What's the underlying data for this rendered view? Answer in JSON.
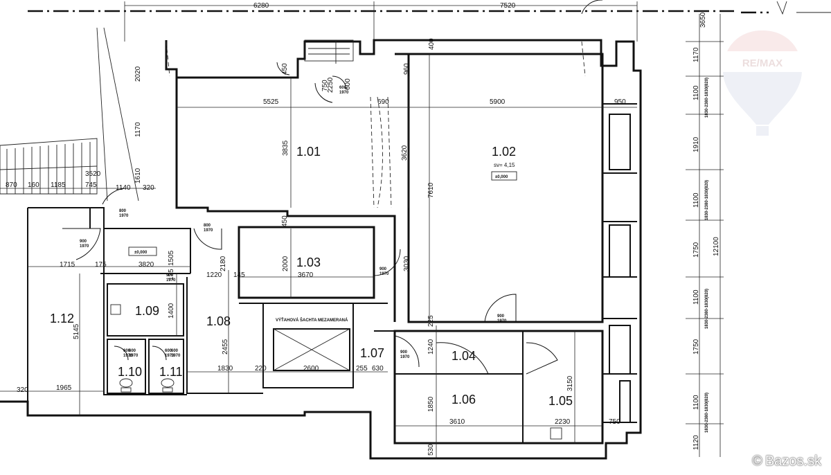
{
  "rooms": {
    "r101": "1.01",
    "r102": "1.02",
    "r103": "1.03",
    "r104": "1.04",
    "r105": "1.05",
    "r106": "1.06",
    "r107": "1.07",
    "r108": "1.08",
    "r109": "1.09",
    "r110": "1.10",
    "r111": "1.11",
    "r112": "1.12"
  },
  "notes": {
    "height": "sv= 4,15",
    "level_102": "±0,000",
    "level_hall": "±0,000",
    "shaft": "VÝŤAHOVÁ ŠACHTA MEZAMERANÁ"
  },
  "top_dims": {
    "d6280": "6280",
    "d7520": "7520"
  },
  "right_dims": {
    "d3650": "3650",
    "d1170": "1170",
    "d1100a": "1100",
    "d1910": "1910",
    "d1100b": "1100",
    "d1750a": "1750",
    "d1100c": "1100",
    "d1750b": "1750",
    "d1100d": "1100",
    "d1120": "1120",
    "d12100": "12100",
    "win1": "1830-2380-1830(820)",
    "win2": "1830-2380-1830(820)",
    "win3": "1830-2380-1830(820)",
    "win4": "1830-2380-1830(820)"
  },
  "room_dims": {
    "d5525": "5525",
    "d690": "690",
    "d5900": "5900",
    "d950": "950",
    "d3835": "3835",
    "d3620": "3620",
    "d7610": "7610",
    "d960": "960",
    "d400": "400",
    "d450a": "450",
    "d450b": "450",
    "d2020": "2020",
    "d1170b": "1170",
    "d1610": "1610",
    "d3520": "3520",
    "d870": "870",
    "d160": "160",
    "d1185": "1185",
    "d745": "745",
    "d1140": "1140",
    "d320a": "320",
    "d1715": "1715",
    "d175a": "175",
    "d3820": "3820",
    "d1505": "1505",
    "d175b": "175",
    "d1220": "1220",
    "d2180": "2180",
    "d145": "145",
    "d2000": "2000",
    "d3670": "3670",
    "d3030": "3030",
    "d5145": "5145",
    "d1400": "1400",
    "d2455": "2455",
    "d1830": "1830",
    "d220": "220",
    "d2600": "2600",
    "d255": "255",
    "d630": "630",
    "d225": "225",
    "d1240": "1240",
    "d1850": "1850",
    "d3610": "3610",
    "d3150": "3150",
    "d2230": "2230",
    "d750": "750",
    "d530": "530",
    "d320b": "320",
    "d1965": "1965",
    "d750b": "750",
    "d2250": "2250",
    "d600": "600"
  },
  "doors": {
    "door1": "900\n1970",
    "door2": "800\n1970",
    "door3": "900\n1970",
    "door4": "800\n1970",
    "door5": "900\n1970",
    "door6": "900\n1970",
    "door7": "900\n1970",
    "door8": "600\n1970",
    "door9": "600\n1970",
    "door10": "600\n1970",
    "door11": "600\n1970",
    "door12": "600\n1970"
  },
  "branding": {
    "logo_text": "RE/MAX",
    "watermark": "Bazos.sk"
  }
}
